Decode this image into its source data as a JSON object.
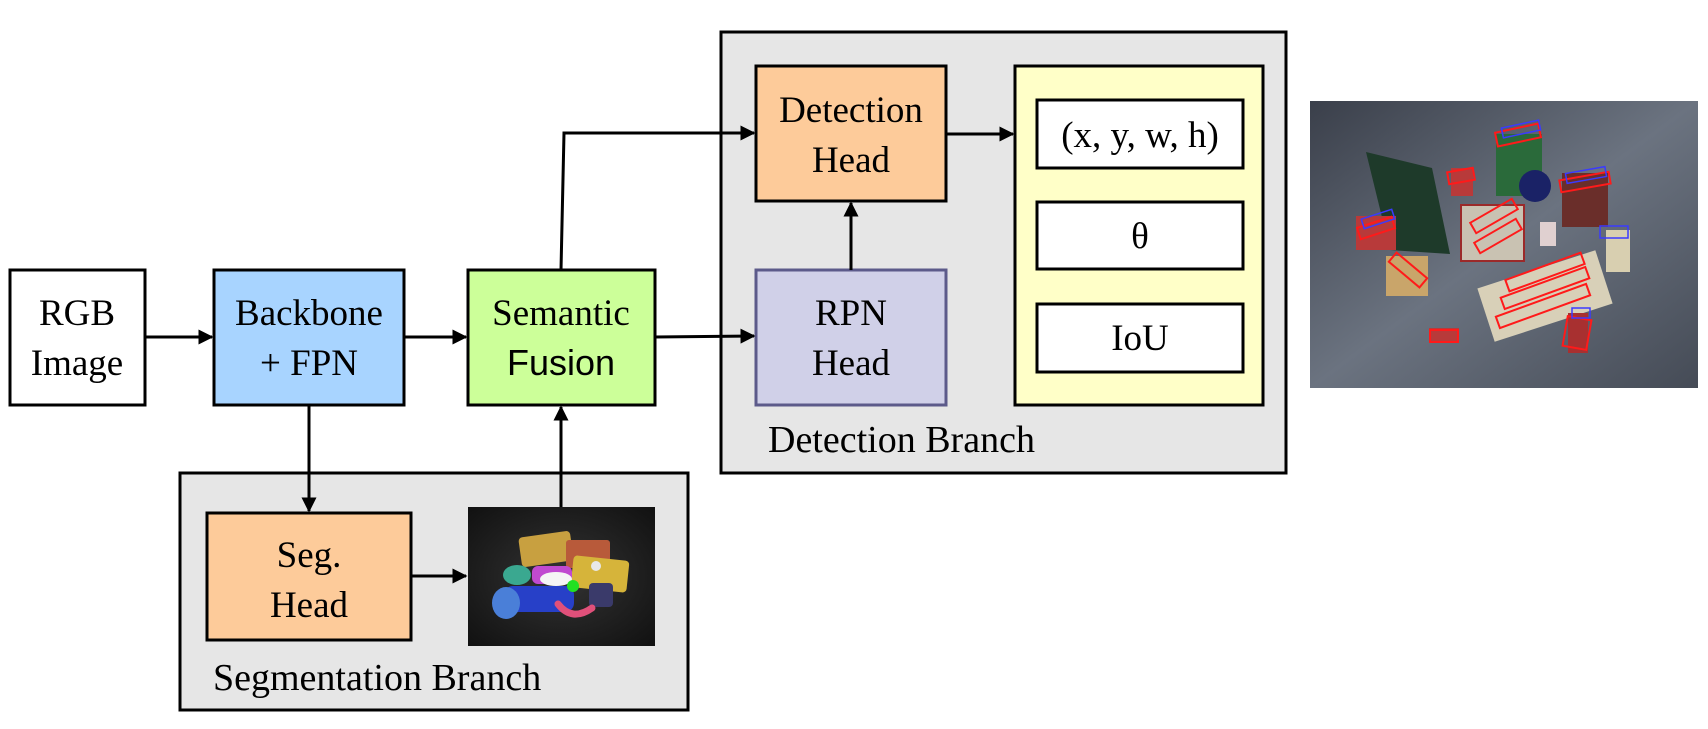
{
  "nodes": {
    "rgb_image": {
      "line1": "RGB",
      "line2": "Image"
    },
    "backbone": {
      "line1": "Backbone",
      "line2": "+ FPN"
    },
    "semantic_fusion": {
      "line1": "Semantic",
      "line2": "Fusion"
    },
    "seg_head": {
      "line1": "Seg.",
      "line2": "Head"
    },
    "detection_head": {
      "line1": "Detection",
      "line2": "Head"
    },
    "rpn_head": {
      "line1": "RPN",
      "line2": "Head"
    }
  },
  "outputs": {
    "bbox": "(x, y, w, h)",
    "angle": "θ",
    "iou": "IoU"
  },
  "branches": {
    "detection": "Detection Branch",
    "segmentation": "Segmentation Branch"
  },
  "colors": {
    "rgb_fill": "#ffffff",
    "backbone_fill": "#a8d4ff",
    "fusion_fill": "#ccff99",
    "head_fill": "#fdcb9a",
    "rpn_fill": "#d0d0e8",
    "rpn_stroke": "#5c5a8a",
    "branch_fill": "#e6e6e6",
    "output_panel_fill": "#ffffc8"
  }
}
